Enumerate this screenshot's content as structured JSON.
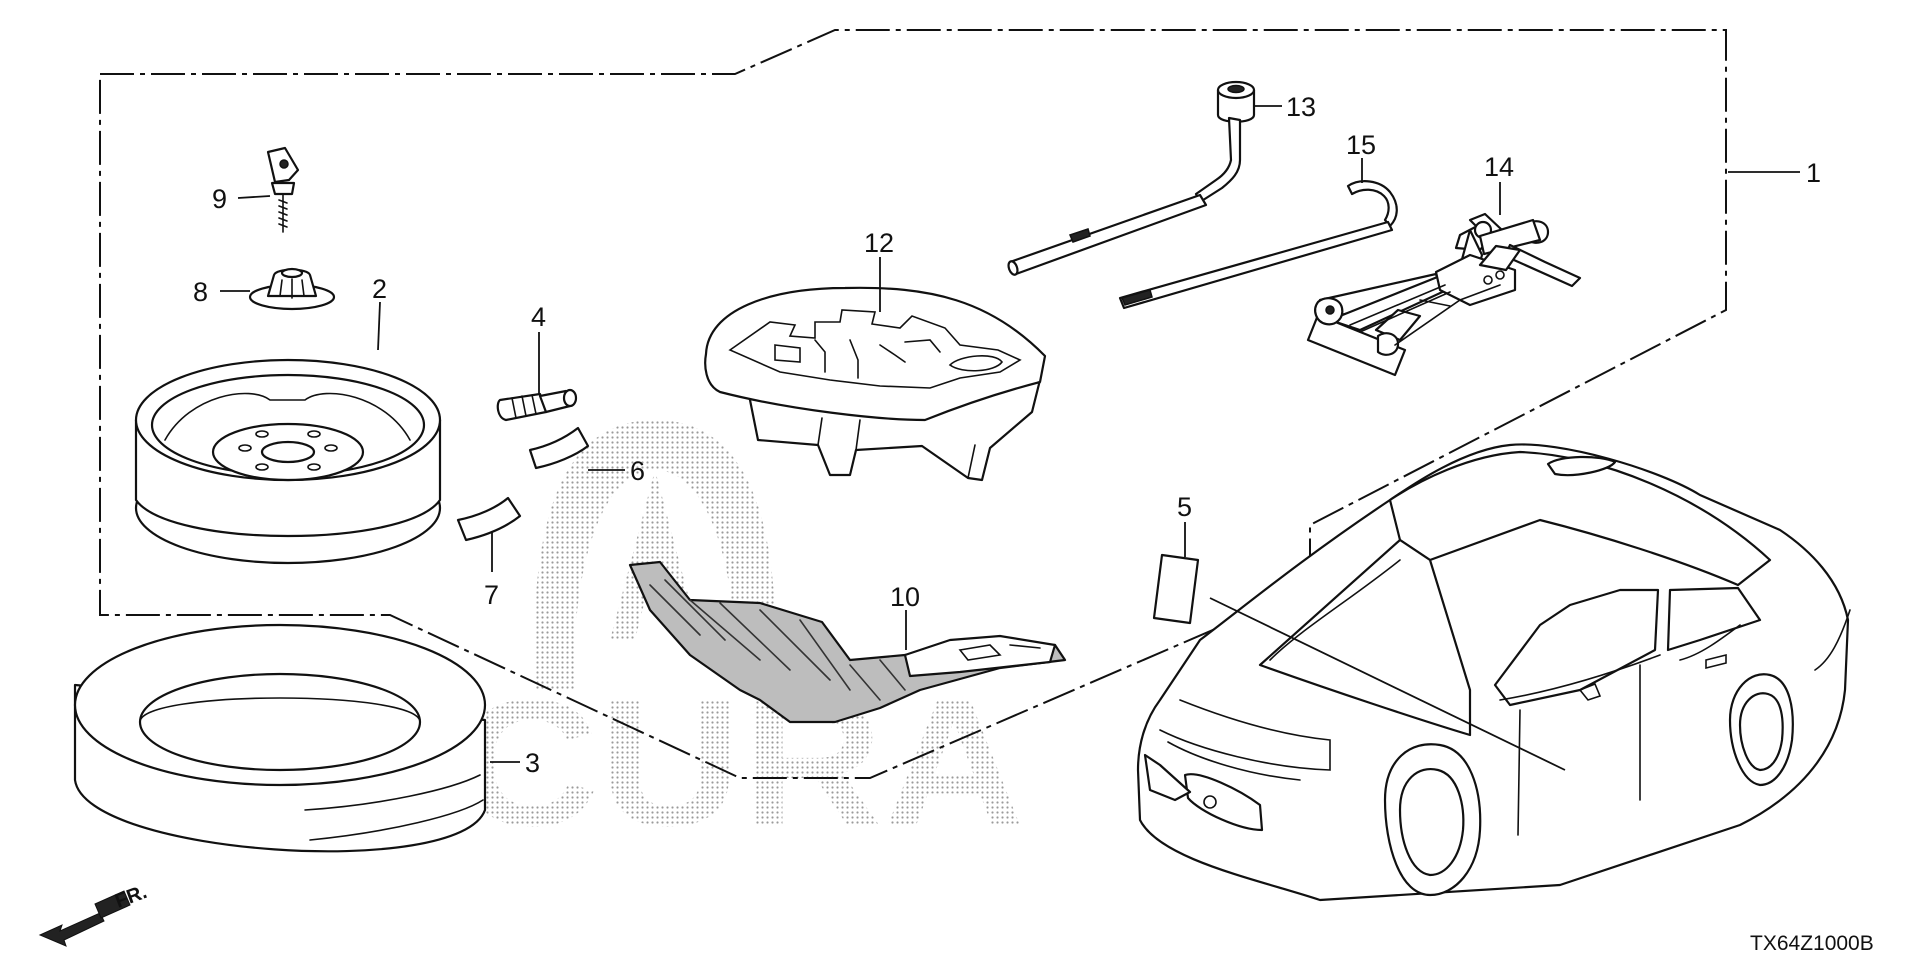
{
  "diagram": {
    "watermark": "ACURA",
    "diagram_code": "TX64Z1000B",
    "front_indicator": "FR.",
    "callouts": [
      "1",
      "2",
      "3",
      "4",
      "5",
      "6",
      "7",
      "8",
      "9",
      "10",
      "12",
      "13",
      "14",
      "15"
    ]
  }
}
